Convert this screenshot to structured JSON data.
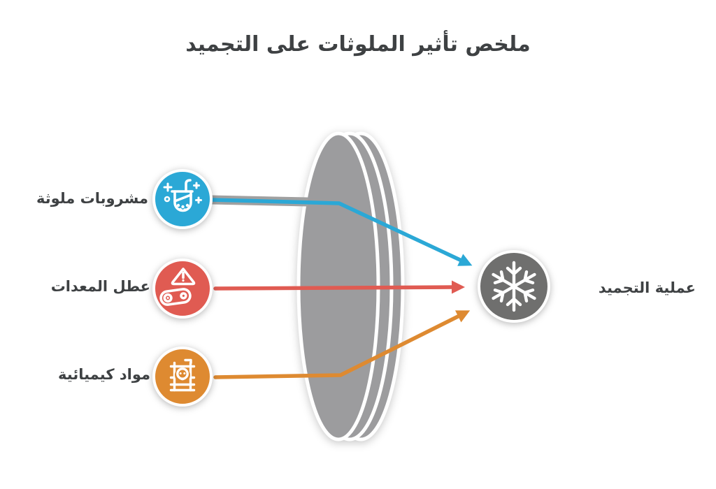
{
  "title": "ملخص تأثير الملوثات على التجميد",
  "sources": [
    {
      "label": "مشروبات ملوثة",
      "icon": "bubble-tea-drink-icon",
      "color": "#2BA8D6"
    },
    {
      "label": "عطل المعدات",
      "icon": "warning-belt-icon",
      "color": "#E05B52"
    },
    {
      "label": "مواد كيميائية",
      "icon": "toxic-barrel-skull-icon",
      "color": "#DE8A31"
    }
  ],
  "target": {
    "label": "عملية التجميد",
    "icon": "snowflake-icon",
    "color": "#6F6F6E"
  },
  "colors": {
    "blue": "#2BA8D6",
    "red": "#E05B52",
    "orange": "#DE8A31",
    "gray_circle": "#6F6F6E",
    "lens": "#9C9C9E",
    "text": "#3E4143",
    "underlay": "#A0A0A0",
    "icon_stroke": "#FFFFFF"
  }
}
